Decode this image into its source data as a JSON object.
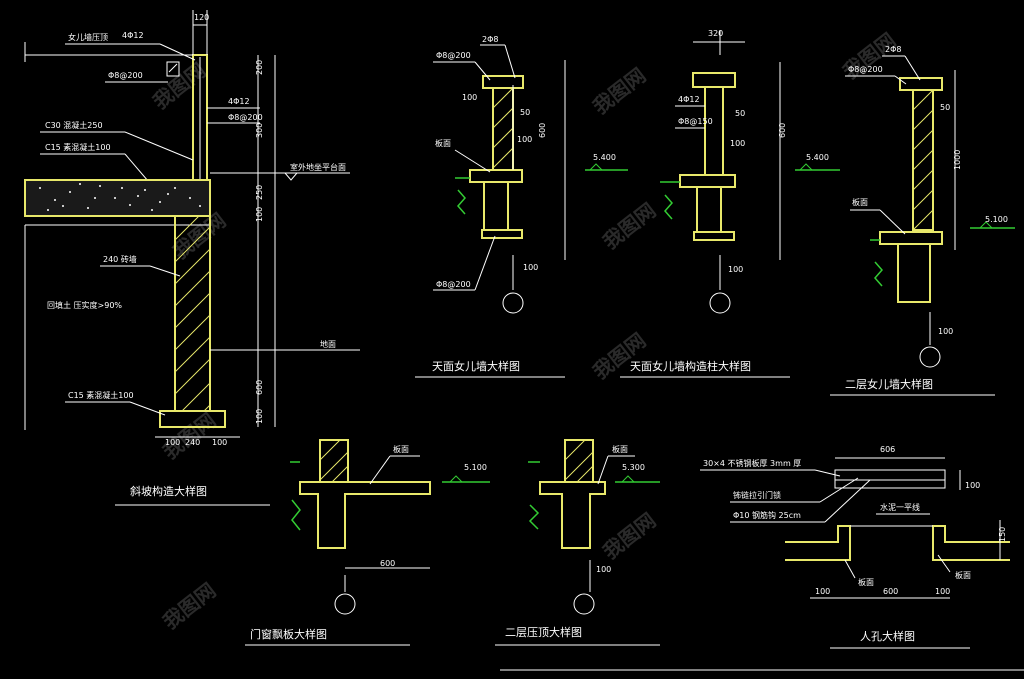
{
  "titles": {
    "slope": "斜坡构造大样图",
    "roof_parapet": "天面女儿墙大样图",
    "roof_parapet_col": "天面女儿墙构造柱大样图",
    "floor2_parapet": "二层女儿墙大样图",
    "door_canopy": "门窗飘板大样图",
    "floor2_ledge": "二层压顶大样图",
    "manhole": "人孔大样图"
  },
  "labels": {
    "top_dim_120": "120",
    "rebar_4c12": "4Φ12",
    "rebar_c8_200": "Φ8@200",
    "rebar_4c12_b": "4Φ12",
    "rebar_c8_200_b": "Φ8@200",
    "c30": "C30 混凝土250",
    "c15": "C15 素混凝土100",
    "ground_level": "室外地坐平台面",
    "wall240": "240 砖墙",
    "compaction": "回填土 压实度>90%",
    "c15_bottom": "C15 素混凝土100",
    "ground": "地面",
    "dim_200": "200",
    "dim_300": "300",
    "dim_250": "250",
    "dim_100": "100",
    "dim_600": "600",
    "dim_100b": "100",
    "dim_240": "240",
    "rp_2c8": "2Φ8",
    "rp_c8_200": "Φ8@200",
    "rp_ban": "板面",
    "rp_c8_200b": "Φ8@200",
    "rp_100": "100",
    "rp_50": "50",
    "rp_600": "600",
    "rp_5400": "5.400",
    "rc_320": "320",
    "rc_4c12": "4Φ12",
    "rc_c8_150": "Φ8@150",
    "rc_50": "50",
    "rc_600": "600",
    "rc_100": "100",
    "rc_5400": "5.400",
    "f2_2c8": "2Φ8",
    "f2_c8_200": "Φ8@200",
    "f2_ban": "板面",
    "f2_1000": "1000",
    "f2_50": "50",
    "f2_5100": "5.100",
    "f2_100": "100",
    "dc_ban": "板面",
    "dc_5100": "5.100",
    "dc_600": "600",
    "fl_ban": "板面",
    "fl_5300": "5.300",
    "fl_100": "100",
    "mh_606": "606",
    "mh_note1": "30×4 不锈钢板厚 3mm 厚",
    "mh_note2": "钸链拉引门锁",
    "mh_note3": "Φ10 钢筋钩 25cm",
    "mh_note4": "水泥一平线",
    "mh_ban": "板面",
    "mh_ban2": "板面",
    "mh_100": "100",
    "mh_600": "600",
    "mh_150": "150",
    "mh_100b": "100",
    "mh_100c": "100"
  },
  "watermark": "我图网",
  "colors": {
    "outline": "#e8e86a",
    "lines": "#ffffff",
    "level_marker": "#33cc33",
    "background": "#000000"
  }
}
